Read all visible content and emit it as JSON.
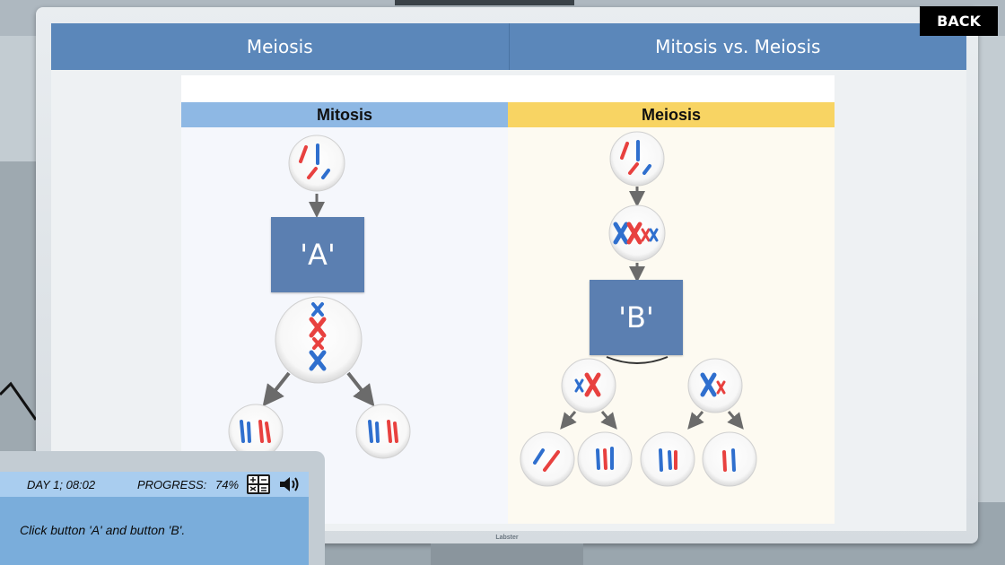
{
  "tabs": [
    {
      "label": "Meiosis"
    },
    {
      "label": "Mitosis vs. Meiosis"
    }
  ],
  "back_label": "BACK",
  "diagram": {
    "mitosis_header": "Mitosis",
    "meiosis_header": "Meiosis",
    "button_a_label": "'A'",
    "button_b_label": "'B'"
  },
  "monitor_brand": "Labster",
  "status": {
    "day_time": "DAY 1; 08:02",
    "progress_label": "PROGRESS:",
    "progress_value": "74%"
  },
  "instruction": "Click button 'A' and button 'B'.",
  "icons": {
    "calculator": "calculator-icon",
    "sound": "speaker-icon"
  },
  "colors": {
    "tab_bar": "#5b87ba",
    "mitosis_header": "#8eb8e4",
    "meiosis_header": "#f8d463",
    "step_button": "#5b7fb1",
    "chromosome_red": "#e8413f",
    "chromosome_blue": "#2f6fce",
    "tablet_screen": "#7aaddb"
  }
}
